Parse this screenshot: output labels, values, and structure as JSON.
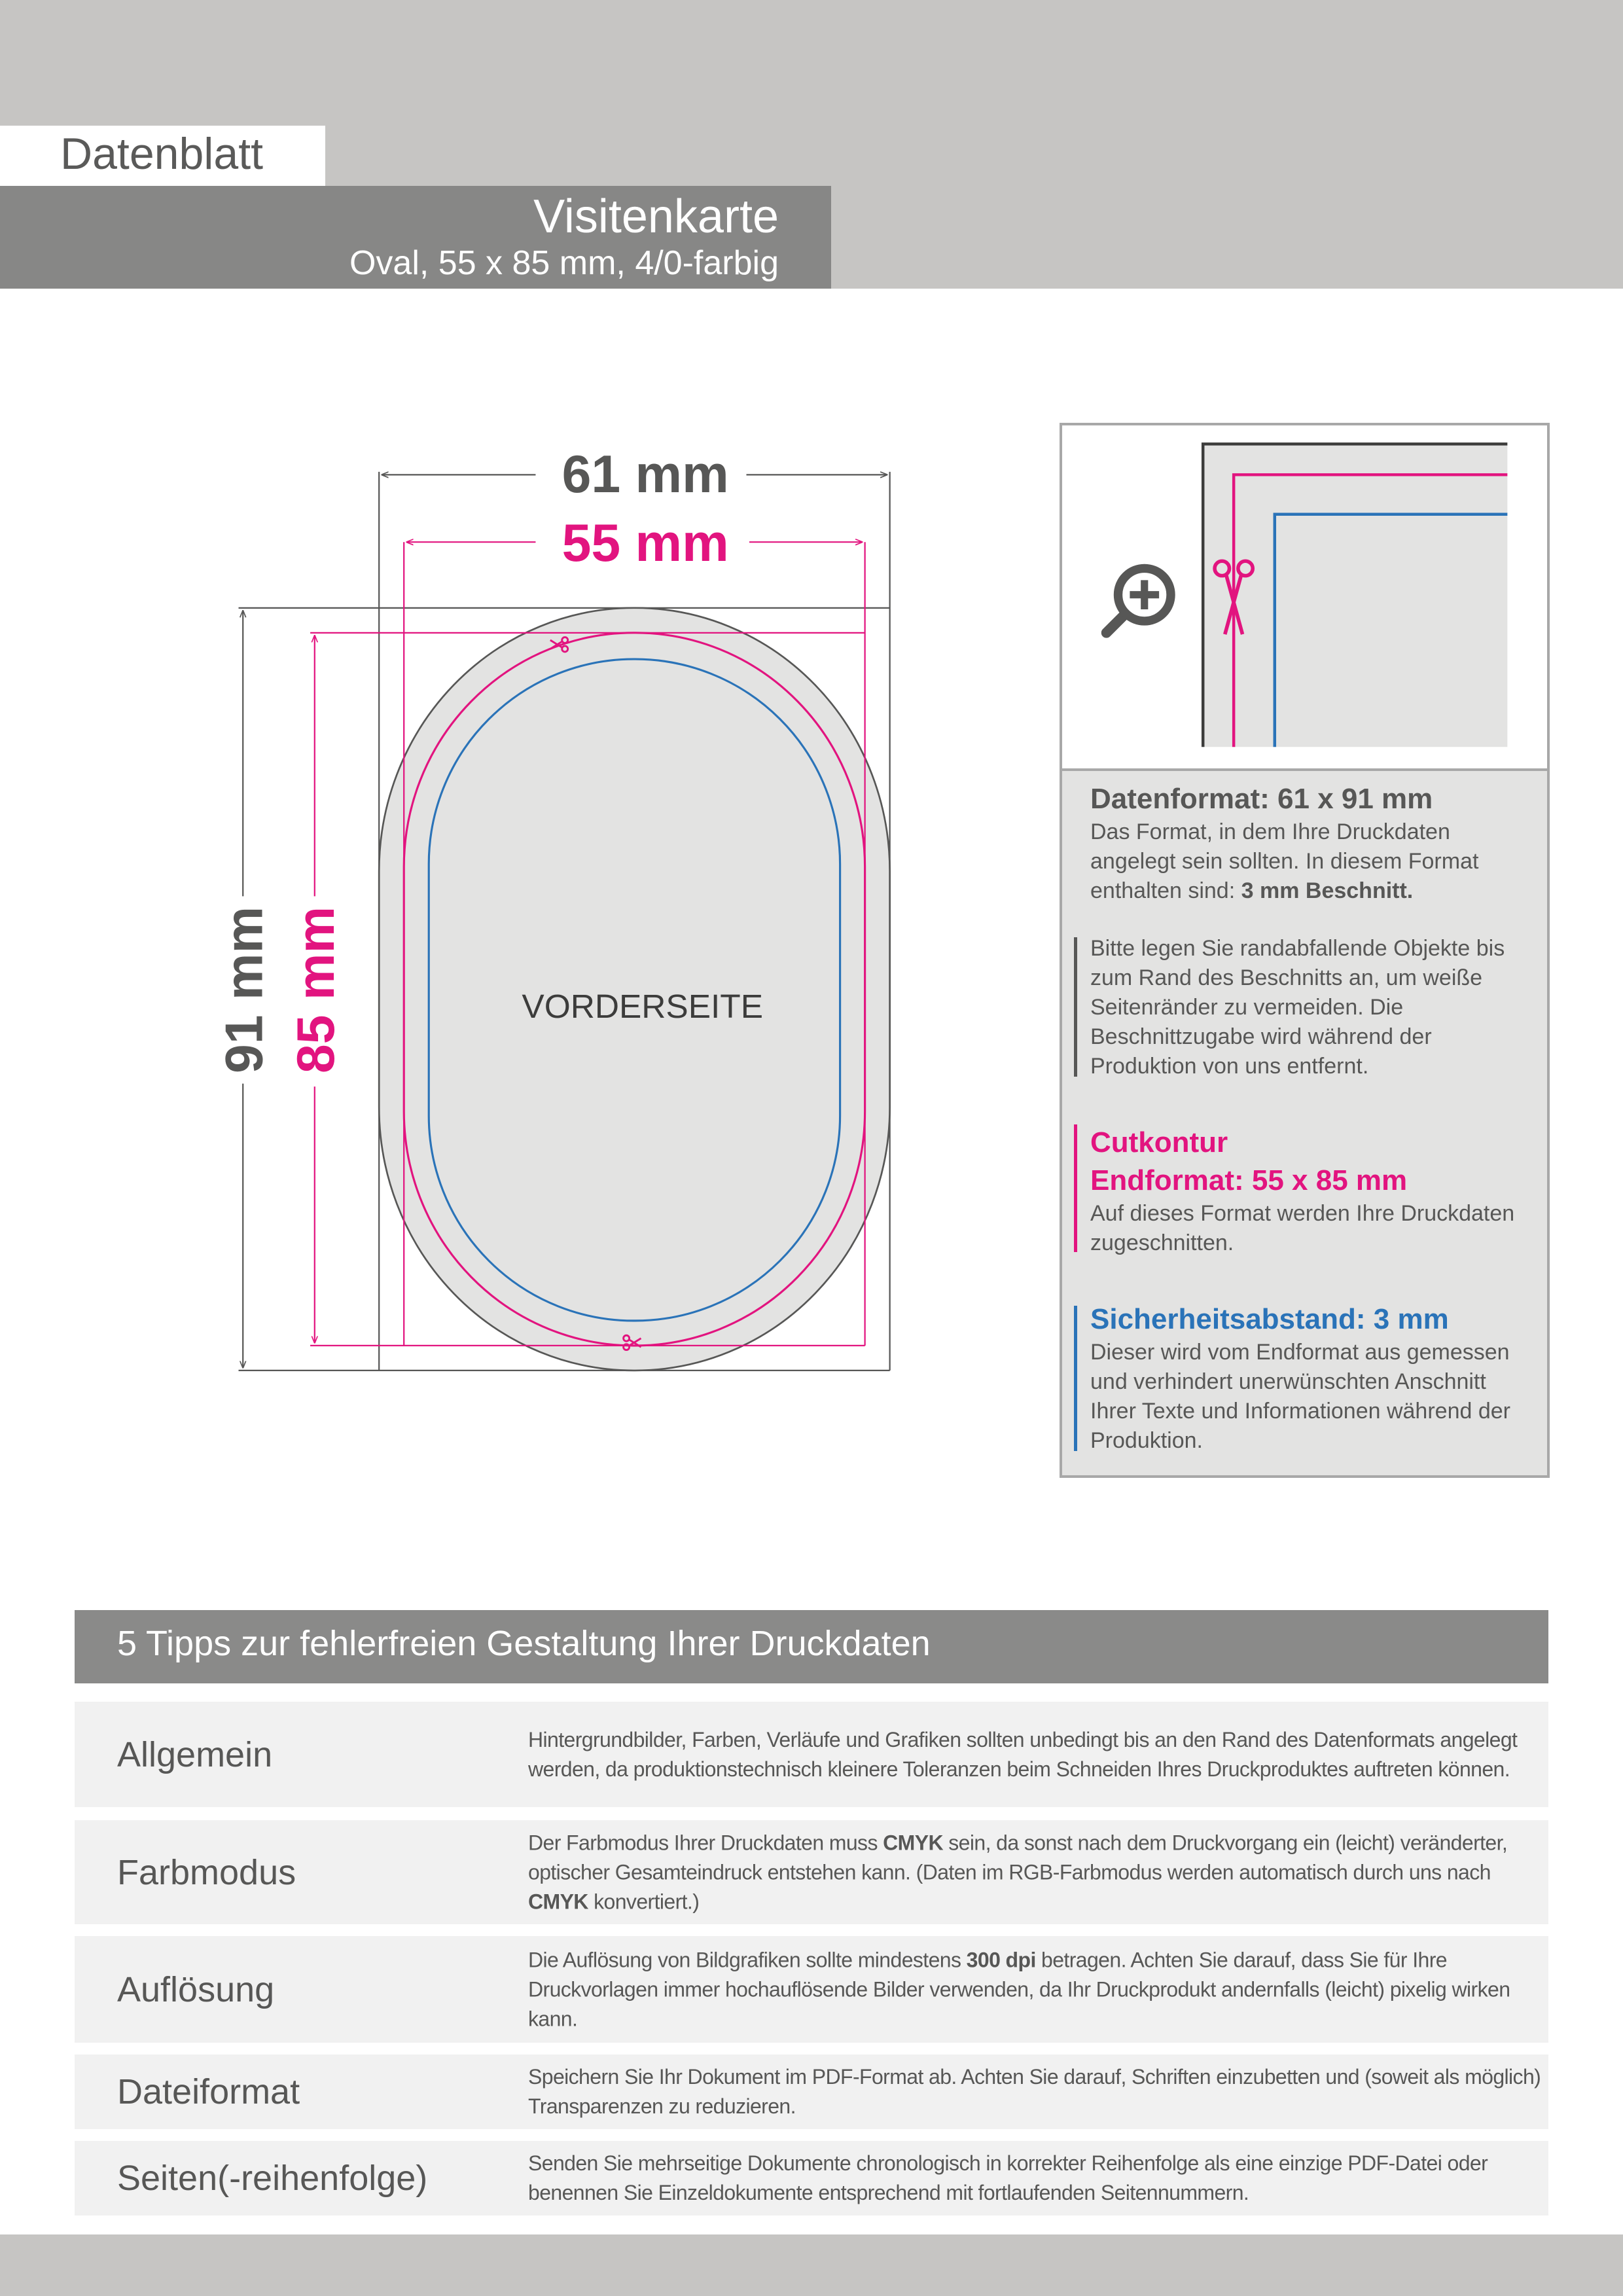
{
  "header": {
    "doc_label": "Datenblatt",
    "title": "Visitenkarte",
    "subtitle": "Oval, 55 x 85 mm, 4/0-farbig"
  },
  "diagram": {
    "width_data": "61 mm",
    "width_final": "55 mm",
    "height_data": "91 mm",
    "height_final": "85 mm",
    "side_label": "VORDERSEITE",
    "icons": [
      "zoom-in-icon",
      "scissors-icon"
    ]
  },
  "colors": {
    "magenta": "#e2147f",
    "blue": "#2a73b8",
    "dark": "#575756",
    "bleed_fill": "#e3e3e2"
  },
  "info": {
    "data_format": {
      "heading": "Datenformat: 61 x 91 mm",
      "body": "Das Format, in dem Ihre Druckdaten angelegt sein sollten. In diesem Format enthalten sind: ",
      "body_bold": "3 mm Beschnitt."
    },
    "bleed_note": "Bitte legen Sie randabfallende Objekte bis zum Rand des Beschnitts an, um weiße Seitenränder zu vermeiden. Die Beschnittzugabe wird während der Produktion von uns entfernt.",
    "cut": {
      "heading1": "Cutkontur",
      "heading2": "Endformat: 55 x 85 mm",
      "body": "Auf dieses Format werden Ihre Druckdaten zugeschnitten."
    },
    "safety": {
      "heading": "Sicherheitsabstand: 3 mm",
      "body": "Dieser wird vom Endformat aus gemessen und verhindert unerwünschten Anschnitt Ihrer Texte und Informationen während der Produktion."
    }
  },
  "tips": {
    "title": "5 Tipps zur fehlerfreien Gestaltung Ihrer Druckdaten",
    "rows": [
      {
        "label": "Allgemein",
        "desc": [
          "Hintergrundbilder, Farben, Verläufe und Grafiken sollten unbedingt bis an den Rand des Datenformats angelegt werden, da produktionstechnisch kleinere Toleranzen beim Schneiden Ihres Druckproduktes auftreten können."
        ]
      },
      {
        "label": "Farbmodus",
        "desc": [
          "Der Farbmodus Ihrer Druckdaten muss ",
          "CMYK",
          " sein, da sonst nach dem Druckvorgang ein (leicht) veränderter, optischer Gesamteindruck entstehen kann. (Daten im RGB-Farbmodus werden automatisch durch uns nach ",
          "CMYK",
          " konvertiert.)"
        ]
      },
      {
        "label": "Auflösung",
        "desc": [
          "Die Auflösung von Bildgrafiken sollte mindestens ",
          "300 dpi",
          " betragen. Achten Sie darauf, dass Sie für Ihre Druckvorlagen immer hochauflösende Bilder verwenden, da Ihr Druckprodukt andernfalls (leicht) pixelig wirken kann."
        ]
      },
      {
        "label": "Dateiformat",
        "desc": [
          "Speichern Sie Ihr Dokument im PDF-Format ab. Achten Sie darauf, Schriften einzubetten und (soweit als möglich) Transparenzen zu reduzieren."
        ]
      },
      {
        "label": "Seiten(-reihenfolge)",
        "desc": [
          "Senden Sie mehrseitige Dokumente chronologisch in korrekter Reihenfolge als eine einzige PDF-Datei oder benennen Sie Einzeldokumente entsprechend mit fortlaufenden Seitennummern."
        ]
      }
    ]
  }
}
